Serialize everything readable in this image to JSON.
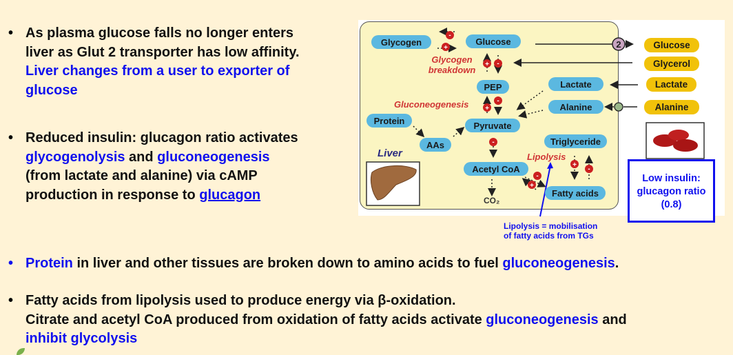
{
  "bullets": [
    {
      "lines": [
        "As plasma glucose falls no longer enters",
        "liver as Glut 2 transporter has low affinity."
      ],
      "highlight": [
        "Liver changes from a user to exporter of",
        "glucose"
      ]
    },
    {
      "line1": "Reduced insulin: glucagon ratio activates",
      "term1": "glycogenolysis",
      "and": " and ",
      "term2": "gluconeogenesis",
      "line3": "(from lactate and alanine) via cAMP",
      "line4_prefix": "production in response to ",
      "link": "glucagon"
    },
    {
      "term": "Protein",
      "text": " in liver and other tissues are broken down to amino acids to fuel ",
      "term2": "gluconeogenesis",
      "end": "."
    },
    {
      "line1": "Fatty acids from lipolysis used to produce energy via β-oxidation.",
      "line2": "Citrate and acetyl CoA produced from oxidation of fatty acids activate ",
      "term": "gluconeogenesis",
      "and": " and",
      "line3": "inhibit glycolysis"
    }
  ],
  "diagram": {
    "liver_nodes": {
      "glycogen": "Glycogen",
      "glucose": "Glucose",
      "pep": "PEP",
      "lactate": "Lactate",
      "alanine": "Alanine",
      "protein": "Protein",
      "aas": "AAs",
      "pyruvate": "Pyruvate",
      "triglyceride": "Triglyceride",
      "acetyl_coa": "Acetyl CoA",
      "fatty_acids": "Fatty acids",
      "co2": "CO₂"
    },
    "blood_nodes": {
      "glucose": "Glucose",
      "glycerol": "Glycerol",
      "lactate": "Lactate",
      "alanine": "Alanine"
    },
    "labels": {
      "glycogen_breakdown_1": "Glycogen",
      "glycogen_breakdown_2": "breakdown",
      "gluconeogenesis": "Gluconeogenesis",
      "lipolysis": "Lipolysis",
      "liver": "Liver",
      "transporter": "2"
    },
    "ratio_box": [
      "Low insulin:",
      "glucagon ratio",
      "(0.8)"
    ],
    "caption": [
      "Lipolysis = mobilisation",
      "of fatty acids from TGs"
    ]
  },
  "colors": {
    "background": "#fff3d6",
    "accent": "#1010ee",
    "liver_node": "#5bb8e0",
    "blood_node": "#f1c20a",
    "process": "#d03535"
  }
}
